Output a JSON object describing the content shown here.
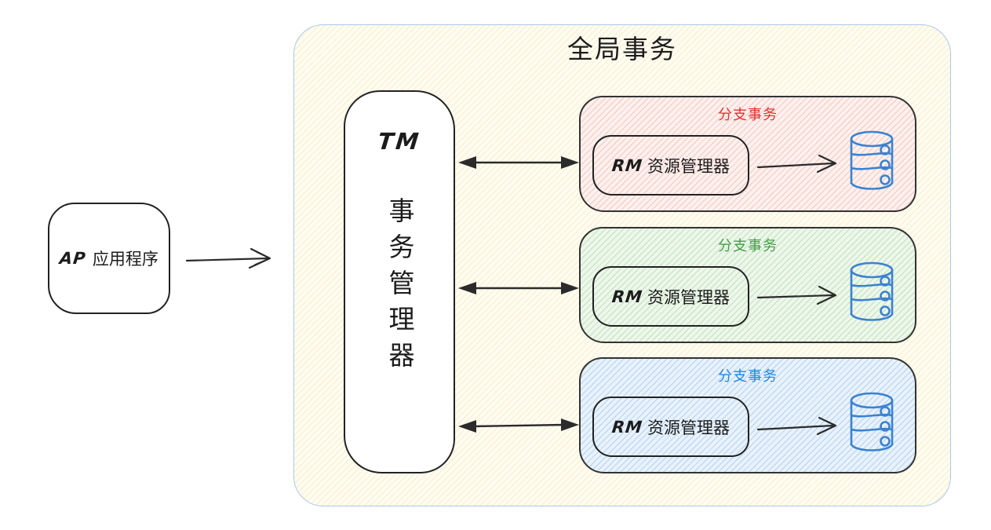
{
  "diagram_title": "全局事务",
  "global_container": {
    "title": "全局事务",
    "border_color": "#a9c9ea",
    "fill": "#fffdf2"
  },
  "ap_box": {
    "abbr": "AP",
    "label": "应用程序"
  },
  "tm_box": {
    "abbr": "TM",
    "label": "事务管理器"
  },
  "branches": [
    {
      "label": "分支事务",
      "accent": "#e03131",
      "fill": "#fdf1ee",
      "rm_abbr": "RM",
      "rm_label": "资源管理器",
      "icon": "database-icon"
    },
    {
      "label": "分支事务",
      "accent": "#43a047",
      "fill": "#eef7eb",
      "rm_abbr": "RM",
      "rm_label": "资源管理器",
      "icon": "database-icon"
    },
    {
      "label": "分支事务",
      "accent": "#1e88e5",
      "fill": "#e9f2fc",
      "rm_abbr": "RM",
      "rm_label": "资源管理器",
      "icon": "database-icon"
    }
  ],
  "connections": [
    {
      "from": "AP 应用程序",
      "to": "全局事务",
      "style": "single-arrow"
    },
    {
      "from": "TM 事务管理器",
      "to": "分支事务-1",
      "style": "double-arrow"
    },
    {
      "from": "TM 事务管理器",
      "to": "分支事务-2",
      "style": "double-arrow"
    },
    {
      "from": "TM 事务管理器",
      "to": "分支事务-3",
      "style": "double-arrow"
    },
    {
      "from": "RM 资源管理器-1",
      "to": "database-icon-1",
      "style": "single-arrow"
    },
    {
      "from": "RM 资源管理器-2",
      "to": "database-icon-2",
      "style": "single-arrow"
    },
    {
      "from": "RM 资源管理器-3",
      "to": "database-icon-3",
      "style": "single-arrow"
    }
  ],
  "colors": {
    "stroke": "#2b2b2b",
    "database_stroke": "#3b82d0"
  }
}
